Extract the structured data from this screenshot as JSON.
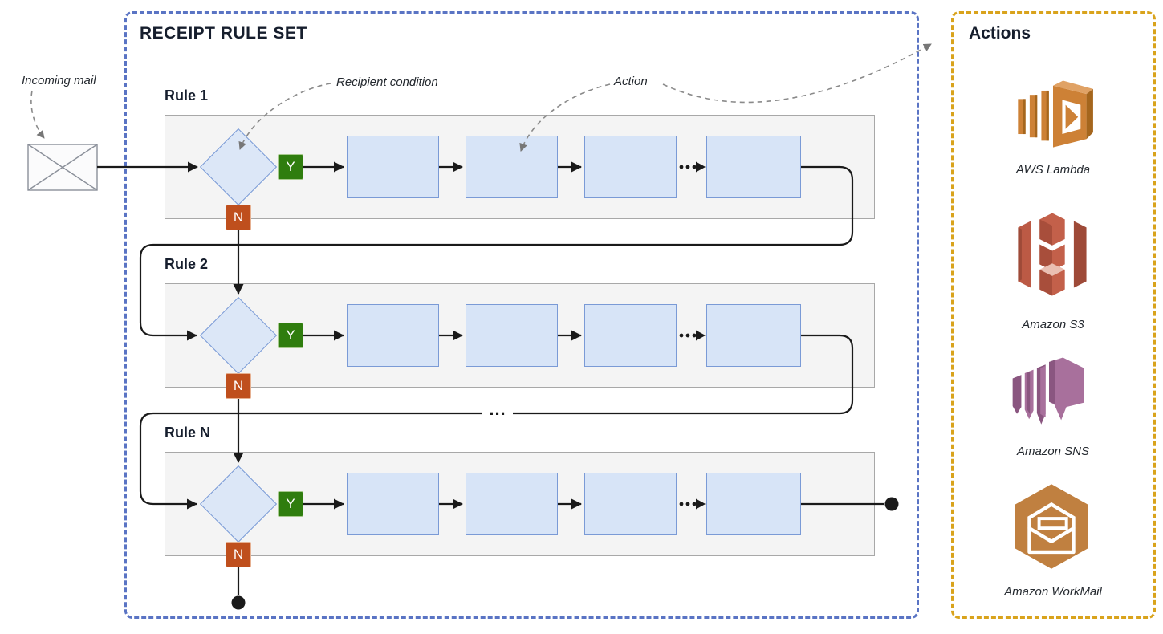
{
  "diagram": {
    "title": "RECEIPT RULE SET",
    "incoming_mail_label": "Incoming mail",
    "recipient_condition_label": "Recipient condition",
    "action_label": "Action",
    "inter_rule_ellipsis": "...",
    "rules": [
      {
        "label": "Rule 1",
        "yes": "Y",
        "no": "N"
      },
      {
        "label": "Rule 2",
        "yes": "Y",
        "no": "N"
      },
      {
        "label": "Rule N",
        "yes": "Y",
        "no": "N"
      }
    ]
  },
  "actions_panel": {
    "title": "Actions",
    "services": [
      {
        "name": "AWS Lambda",
        "icon": "aws-lambda-icon"
      },
      {
        "name": "Amazon S3",
        "icon": "amazon-s3-icon"
      },
      {
        "name": "Amazon SNS",
        "icon": "amazon-sns-icon"
      },
      {
        "name": "Amazon WorkMail",
        "icon": "amazon-workmail-icon"
      }
    ]
  },
  "colors": {
    "rule_set_border": "#5a74c4",
    "actions_border": "#d9a31c",
    "yes_badge": "#2f7d0e",
    "no_badge": "#bf4f1d",
    "condition_diamond_fill": "#dce7f7",
    "action_box_fill": "#d7e4f7",
    "shape_stroke": "#7a9ad6",
    "rule_row_fill": "#f4f4f4",
    "flow_line": "#1a1a1a",
    "annotation_line": "#8a8a8a"
  }
}
